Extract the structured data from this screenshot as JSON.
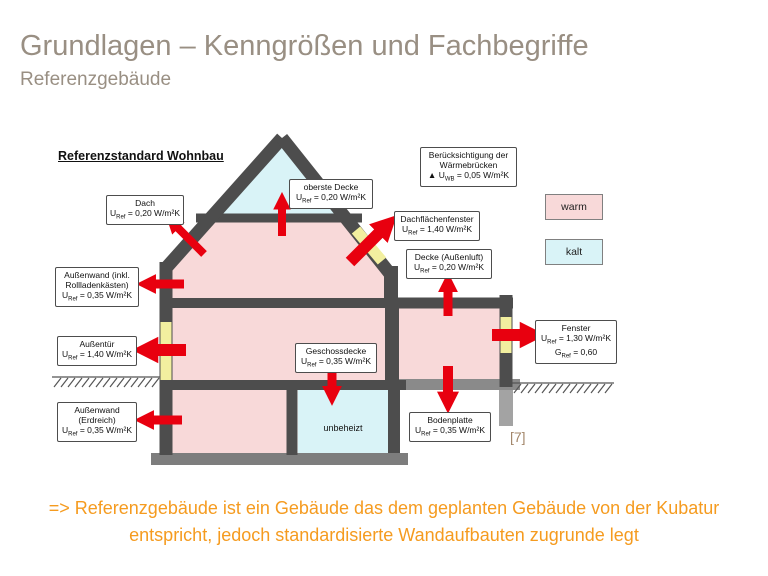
{
  "slide": {
    "title": "Grundlagen – Kenngrößen und Fachbegriffe",
    "subtitle": "Referenzgebäude",
    "citation": "[7]",
    "conclusion_line1": "=> Referenzgebäude ist ein Gebäude das dem geplanten Gebäude von der Kubatur",
    "conclusion_line2": "entspricht, jedoch standardisierte Wandaufbauten zugrunde legt"
  },
  "diagram": {
    "heading": "Referenzstandard Wohnbau",
    "room_label_unheated": "unbeheizt",
    "legend": [
      {
        "label": "warm",
        "color": "#f8d9d9"
      },
      {
        "label": "kalt",
        "color": "#d9f3f7"
      }
    ],
    "colors": {
      "wall": "#4d4d4d",
      "warm_fill": "#f8d9d9",
      "cold_fill": "#d9f3f7",
      "window_door": "#f2ef9f",
      "arrow": "#e8000f",
      "title_text": "#998f83",
      "conclusion_text": "#f59b1f"
    },
    "labels": [
      {
        "name": "Dach",
        "values": [
          {
            "pre": "U",
            "sub": "Ref",
            "rest": " = 0,20 W/m²K"
          }
        ]
      },
      {
        "name": "oberste Decke",
        "values": [
          {
            "pre": "U",
            "sub": "Ref",
            "rest": " = 0,20 W/m²K"
          }
        ]
      },
      {
        "name": "Berücksichtigung der\nWärmebrücken",
        "values": [
          {
            "pre": "▲ U",
            "sub": "WB",
            "rest": " = 0,05 W/m²K"
          }
        ]
      },
      {
        "name": "Dachflächenfenster",
        "values": [
          {
            "pre": "U",
            "sub": "Ref",
            "rest": " = 1,40 W/m²K"
          }
        ]
      },
      {
        "name": "Decke (Außenluft)",
        "values": [
          {
            "pre": "U",
            "sub": "Ref",
            "rest": " = 0,20 W/m²K"
          }
        ]
      },
      {
        "name": "Außenwand (inkl.\nRollladenkästen)",
        "values": [
          {
            "pre": "U",
            "sub": "Ref",
            "rest": " = 0,35 W/m²K"
          }
        ]
      },
      {
        "name": "Außentür",
        "values": [
          {
            "pre": "U",
            "sub": "Ref",
            "rest": " = 1,40 W/m²K"
          }
        ]
      },
      {
        "name": "Geschossdecke",
        "values": [
          {
            "pre": "U",
            "sub": "Ref",
            "rest": " = 0,35 W/m²K"
          }
        ]
      },
      {
        "name": "Fenster",
        "values": [
          {
            "pre": "U",
            "sub": "Ref",
            "rest": " = 1,30 W/m²K"
          },
          {
            "pre": "G",
            "sub": "Ref",
            "rest": " = 0,60"
          }
        ]
      },
      {
        "name": "Außenwand\n(Erdreich)",
        "values": [
          {
            "pre": "U",
            "sub": "Ref",
            "rest": " = 0,35 W/m²K"
          }
        ]
      },
      {
        "name": "Bodenplatte",
        "values": [
          {
            "pre": "U",
            "sub": "Ref",
            "rest": " = 0,35 W/m²K"
          }
        ]
      }
    ]
  }
}
